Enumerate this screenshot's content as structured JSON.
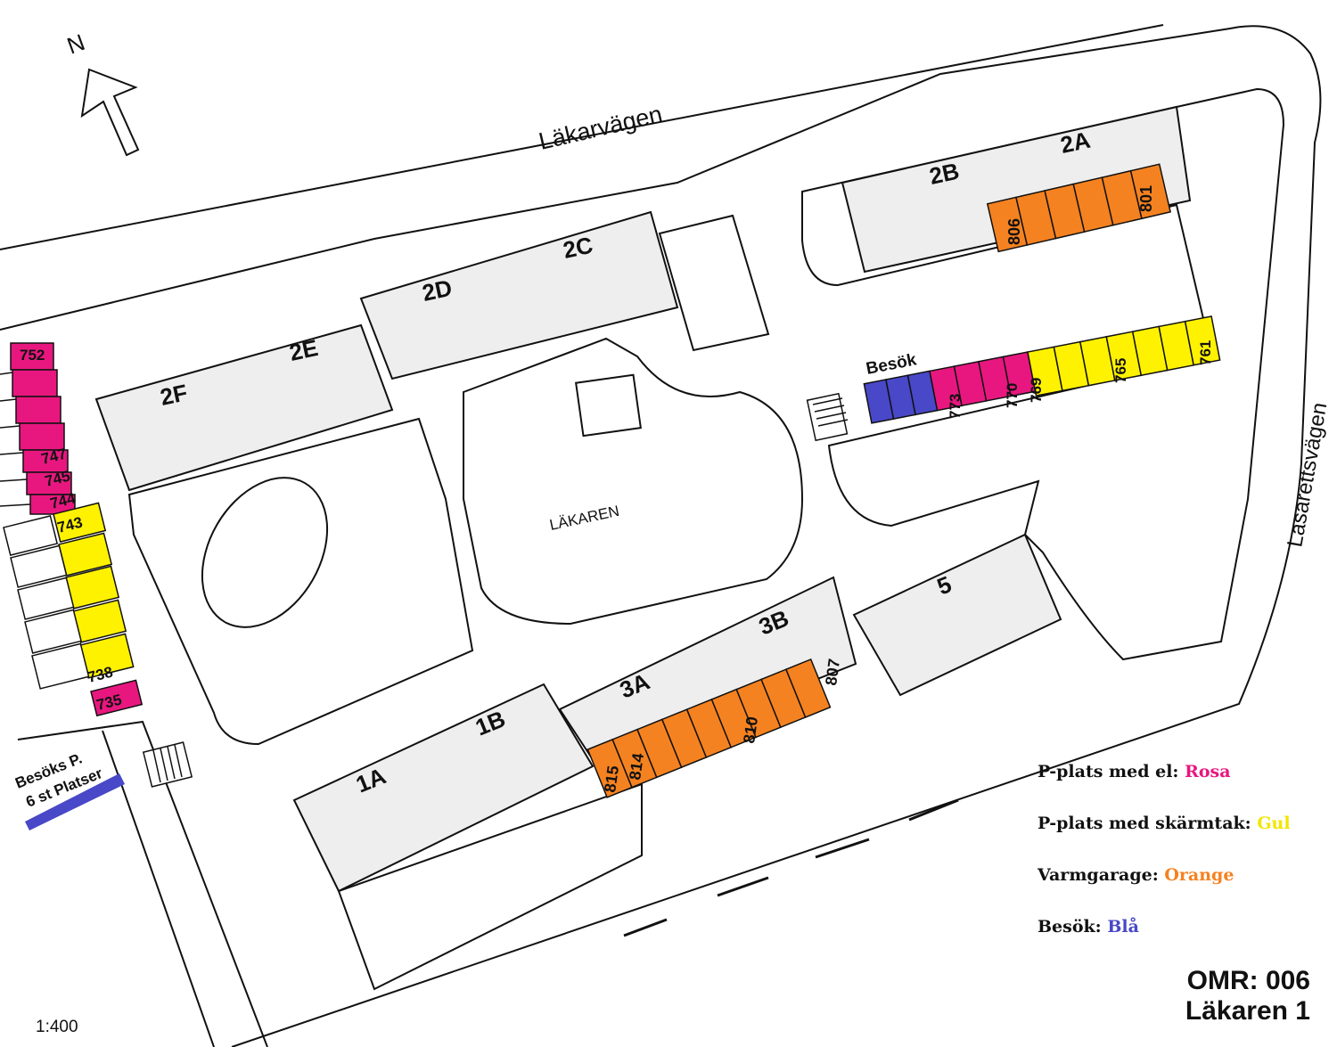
{
  "roads": {
    "north": "Läkarvägen",
    "east": "Lasarettsvägen"
  },
  "north_arrow": "N",
  "park_label": "LÄKAREN",
  "buildings": {
    "b2A": "2A",
    "b2B": "2B",
    "b2C": "2C",
    "b2D": "2D",
    "b2E": "2E",
    "b2F": "2F",
    "b1A": "1A",
    "b1B": "1B",
    "b3A": "3A",
    "b3B": "3B",
    "b5": "5"
  },
  "visitor_label": "Besök",
  "visitor_parking": {
    "line1": "Besöks P.",
    "line2": "6 st Platser"
  },
  "west_strip": {
    "pink": [
      "752",
      "747",
      "745",
      "744"
    ],
    "yellow": [
      "743",
      "738"
    ],
    "last_pink": "735"
  },
  "center_row": {
    "pink": [
      "773",
      "770"
    ],
    "yellow": [
      "769",
      "765",
      "761"
    ]
  },
  "north_garage": {
    "left": "806",
    "right": "801"
  },
  "south_garage": {
    "a": "815",
    "b": "814",
    "c": "810",
    "d": "807"
  },
  "legend": {
    "el_label": "P-plats med el:",
    "el_color_name": "Rosa",
    "roof_label": "P-plats med skärmtak:",
    "roof_color_name": "Gul",
    "garage_label": "Varmgarage:",
    "garage_color_name": "Orange",
    "visit_label": "Besök:",
    "visit_color_name": "Blå"
  },
  "colors": {
    "pink": "#e8177f",
    "yellow": "#fff200",
    "orange": "#f58220",
    "blue": "#4848c8",
    "building": "#eeeeee"
  },
  "title": {
    "omr": "OMR: 006",
    "name": "Läkaren 1"
  },
  "scale": "1:400"
}
